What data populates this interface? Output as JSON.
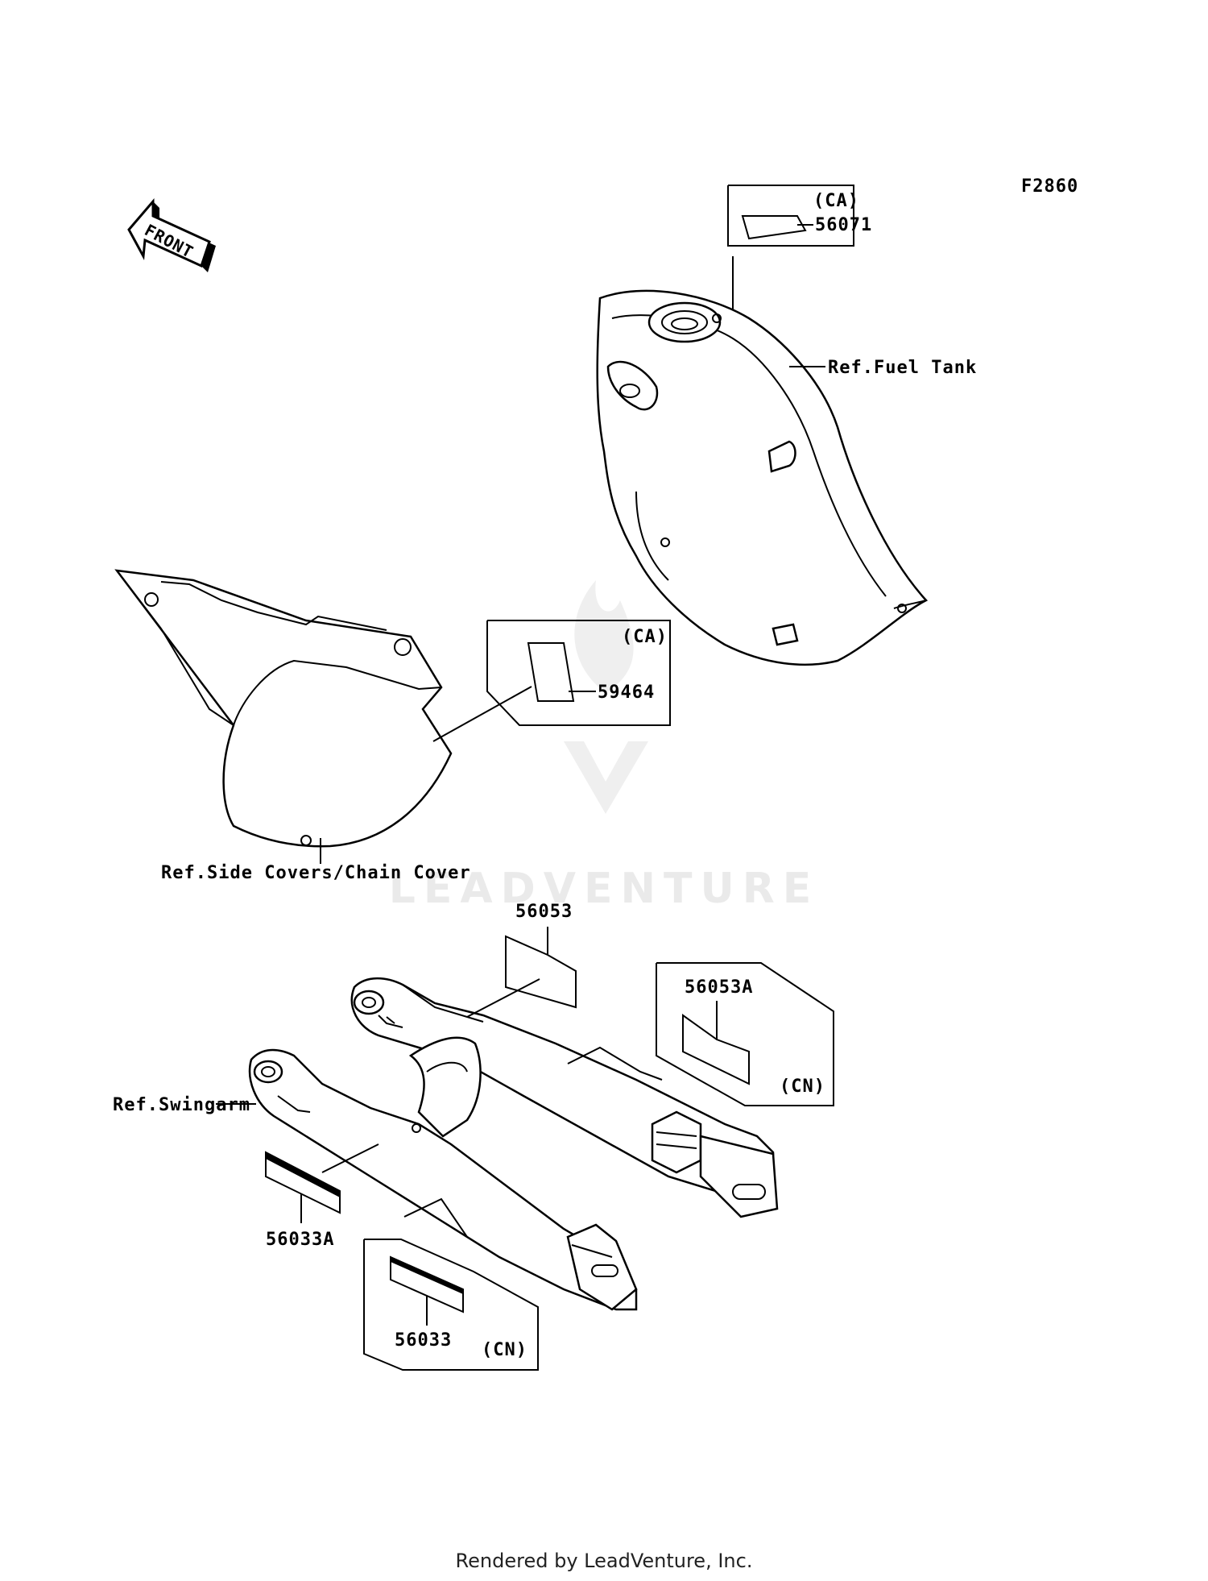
{
  "diagram_id": "F2860",
  "front_arrow": {
    "text": "FRONT"
  },
  "callouts": {
    "ca_fuel": {
      "region": "(CA)",
      "part": "56071"
    },
    "ca_side": {
      "region": "(CA)",
      "part": "59464"
    },
    "p56053": "56053",
    "cn_swing": {
      "part": "56053A",
      "region": "(CN)"
    },
    "p56033A": "56033A",
    "cn_bottom": {
      "part": "56033",
      "region": "(CN)"
    }
  },
  "references": {
    "fuel_tank": "Ref.Fuel Tank",
    "side_covers": "Ref.Side Covers/Chain Cover",
    "swingarm": "Ref.Swingarm"
  },
  "watermark": {
    "text": "LEADVENTURE"
  },
  "footer": {
    "text": "Rendered by LeadVenture, Inc."
  }
}
